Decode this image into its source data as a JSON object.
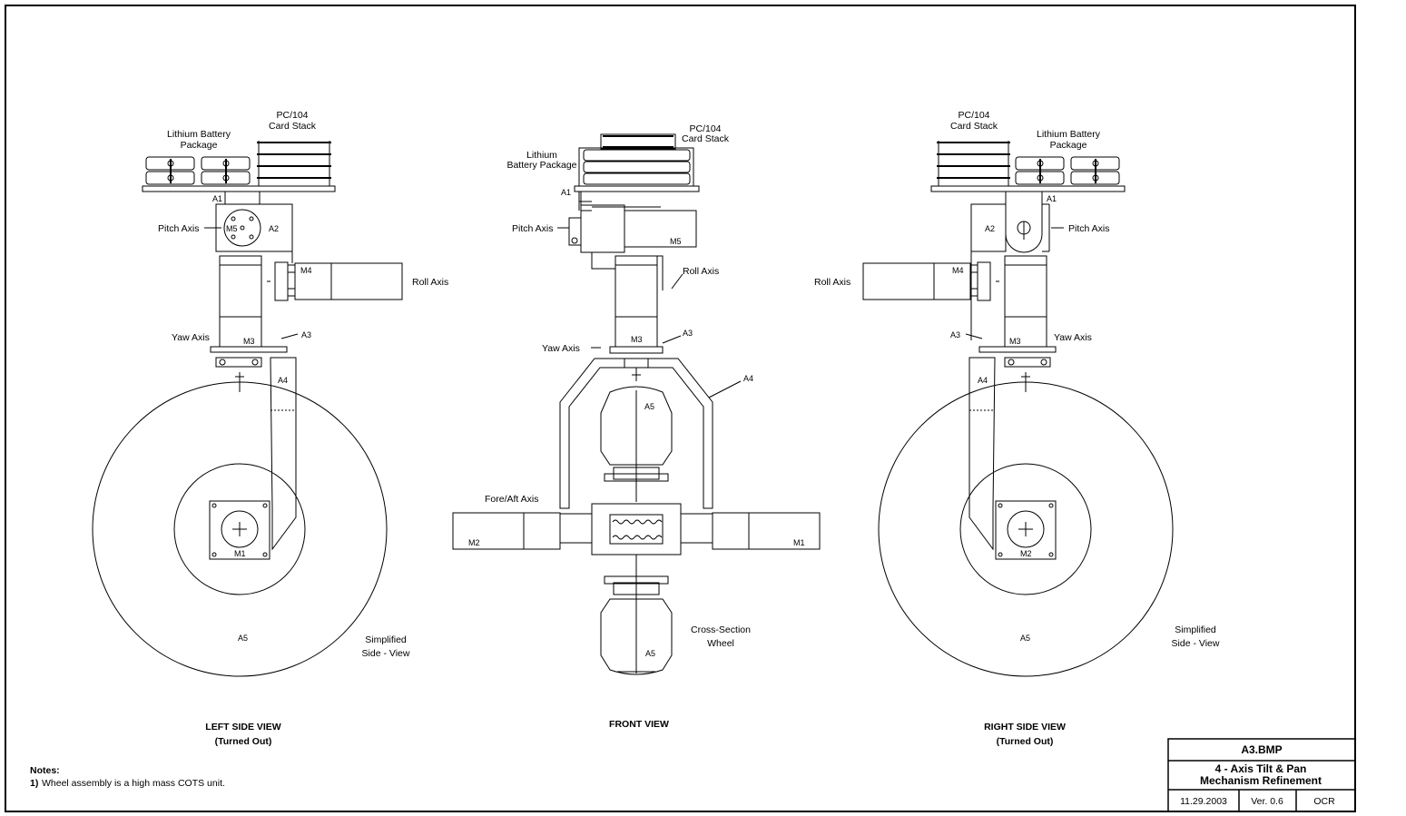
{
  "left_view": {
    "pc104": [
      "PC/104",
      "Card Stack"
    ],
    "battery": [
      "Lithium Battery",
      "Package"
    ],
    "a1": "A1",
    "a2": "A2",
    "a3": "A3",
    "a4": "A4",
    "a5": "A5",
    "m5": "M5",
    "m4": "M4",
    "m3": "M3",
    "m1": "M1",
    "pitch": "Pitch Axis",
    "roll": "Roll Axis",
    "yaw": "Yaw Axis",
    "simplified": [
      "Simplified",
      "Side - View"
    ],
    "title": [
      "LEFT SIDE VIEW",
      "(Turned Out)"
    ]
  },
  "front_view": {
    "pc104": [
      "PC/104",
      "Card Stack"
    ],
    "battery": [
      "Lithium",
      "Battery Package"
    ],
    "a1": "A1",
    "a3": "A3",
    "a4": "A4",
    "a5_top": "A5",
    "a5_bottom": "A5",
    "m5": "M5",
    "m3": "M3",
    "m2": "M2",
    "m1": "M1",
    "pitch": "Pitch Axis",
    "roll": "Roll Axis",
    "yaw": "Yaw Axis",
    "fore_aft": "Fore/Aft Axis",
    "cross_section": [
      "Cross-Section",
      "Wheel"
    ],
    "title": "FRONT VIEW"
  },
  "right_view": {
    "pc104": [
      "PC/104",
      "Card Stack"
    ],
    "battery": [
      "Lithium Battery",
      "Package"
    ],
    "a1": "A1",
    "a2": "A2",
    "a3": "A3",
    "a4": "A4",
    "a5": "A5",
    "m4": "M4",
    "m3": "M3",
    "m2": "M2",
    "pitch": "Pitch Axis",
    "roll": "Roll Axis",
    "yaw": "Yaw Axis",
    "simplified": [
      "Simplified",
      "Side - View"
    ],
    "title": [
      "RIGHT SIDE VIEW",
      "(Turned Out)"
    ]
  },
  "notes": {
    "heading": "Notes:",
    "items": [
      {
        "num": "1)",
        "text": "Wheel assembly is a high mass COTS unit."
      }
    ]
  },
  "title_block": {
    "file": "A3.BMP",
    "title": [
      "4 - Axis Tilt & Pan",
      "Mechanism Refinement"
    ],
    "date": "11.29.2003",
    "version": "Ver. 0.6",
    "author": "OCR"
  }
}
